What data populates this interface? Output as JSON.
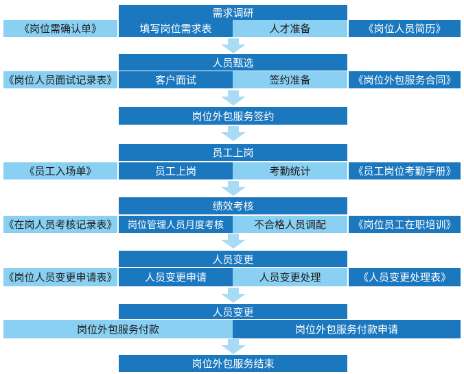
{
  "colors": {
    "dark": "#1b78bf",
    "light": "#8ad0f3",
    "arrow": "#a9dbf4"
  },
  "stages": [
    {
      "title": "需求调研",
      "left_doc": "《岗位需确认单》",
      "step_a": "填写岗位需求表",
      "step_b": "人才准备",
      "right_doc": "《岗位人员简历》"
    },
    {
      "title": "人员甄选",
      "left_doc": "《岗位人员面试记录表》",
      "step_a": "客户面试",
      "step_b": "签约准备",
      "right_doc": "《岗位外包服务合同》"
    },
    {
      "title": "岗位外包服务签约"
    },
    {
      "title": "员工上岗",
      "left_doc": "《员工入场单》",
      "step_a": "员工上岗",
      "step_b": "考勤统计",
      "right_doc": "《员工岗位考勤手册》"
    },
    {
      "title": "绩效考核",
      "left_doc": "《在岗人员考核记录表》",
      "step_a": "岗位管理人员月度考核",
      "step_b": "不合格人员调配",
      "right_doc": "《岗位员工在职培训》"
    },
    {
      "title": "人员变更",
      "left_doc": "《岗位人员变更申请表》",
      "step_a": "人员变更申请",
      "step_b": "人员变更处理",
      "right_doc": "《人员变更处理表》"
    },
    {
      "title": "人员变更",
      "step_a": "岗位外包服务付款",
      "step_b": "岗位外包服务付款申请"
    },
    {
      "title": "岗位外包服务结束"
    }
  ]
}
